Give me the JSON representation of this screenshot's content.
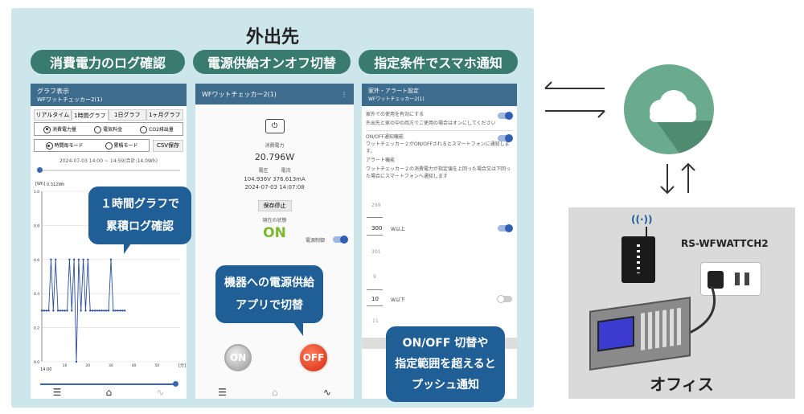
{
  "outer_title": "外出先",
  "pills": [
    "消費電力のログ確認",
    "電源供給オンオフ切替",
    "指定条件でスマホ通知"
  ],
  "phone1": {
    "title": "グラフ表示",
    "subtitle": "WFワットチェッカー2(1)",
    "tabs": [
      "リアルタイム",
      "1時間グラフ",
      "1日グラフ",
      "1ヶ月グラフ"
    ],
    "radios1": [
      "消費電力量",
      "電気料金",
      "CO2排出量"
    ],
    "radios2": [
      "時間毎モード",
      "累積モード"
    ],
    "csv_button": "CSV保存",
    "range_text": "2024-07-03 14:00 ~ 14:59(合計:14.0Wh)",
    "unit_label": "[Wh]",
    "peak_label": "0.312Wh",
    "x_axis_end": "[分]",
    "x_start_label": "14:00"
  },
  "chart_data": {
    "type": "line",
    "x": [
      0,
      1,
      2,
      3,
      4,
      5,
      6,
      7,
      8,
      9,
      10,
      11,
      12,
      13,
      14,
      15,
      16,
      17,
      18,
      19,
      20,
      21,
      22,
      23,
      24,
      25,
      26,
      27,
      28,
      29,
      30,
      31,
      32,
      33,
      34,
      35,
      36
    ],
    "y": [
      0.3,
      0.3,
      0.3,
      0.3,
      0.6,
      0.3,
      0.6,
      0.3,
      0.3,
      0.3,
      0.3,
      0.3,
      0.6,
      0.3,
      0.6,
      0.0,
      0.6,
      0.3,
      0.6,
      0.3,
      0.6,
      0.3,
      0.3,
      0.3,
      0.3,
      0.3,
      0.3,
      0.3,
      0.3,
      0.3,
      0.6,
      0.3,
      0.3,
      0.3,
      0.3,
      0.3,
      0.3
    ],
    "ylim": [
      0,
      1.0
    ],
    "xlim": [
      0,
      60
    ],
    "yticks": [
      "0.0",
      "0.2",
      "0.4",
      "0.6",
      "0.8",
      "1.0"
    ],
    "xticks": [
      "10",
      "20",
      "30",
      "40",
      "50"
    ],
    "grid": true
  },
  "phone2": {
    "title": "WFワットチェッカー2(1)",
    "power_label": "消費電力",
    "power_value": "20.796W",
    "voltage_label": "電圧",
    "current_label": "電流",
    "vc_values": "104.936V 376.613mA",
    "timestamp": "2024-07-03 14:07:08",
    "stop_button": "保存停止",
    "state_label": "現在の状態",
    "state_value": "ON",
    "power_control_label": "電源制御",
    "on_button": "ON",
    "off_button": "OFF"
  },
  "phone3": {
    "title": "家外・アラート設定",
    "subtitle": "WFワットチェッカー2(1)",
    "remote_label": "家外での使用を有効にする",
    "remote_desc": "外出先と家の中の両方でご使用の場合はオンにしてください",
    "onoff_label": "ON/OFF通知機能",
    "onoff_desc": "ワットチェッカー２がON/OFFされるとスマートフォンに通知します。",
    "alert_label": "アラート機能",
    "alert_desc": "ワットチェッカー２の消費電力が指定値を上回った場合又は下回った場合にスマートフォンへ通知します",
    "picker1": [
      "299",
      "300",
      "301"
    ],
    "picker1_unit": "W以上",
    "picker2": [
      "9",
      "10",
      "11"
    ],
    "picker2_unit": "W以下"
  },
  "bubbles": {
    "graph": [
      "１時間グラフで",
      "累積ログ確認"
    ],
    "power": [
      "機器への電源供給",
      "アプリで切替"
    ],
    "notify": [
      "ON/OFF 切替や",
      "指定範囲を超えると",
      "プッシュ通知"
    ]
  },
  "office": {
    "device_label": "RS-WFWATTCH2",
    "office_label": "オフィス"
  }
}
